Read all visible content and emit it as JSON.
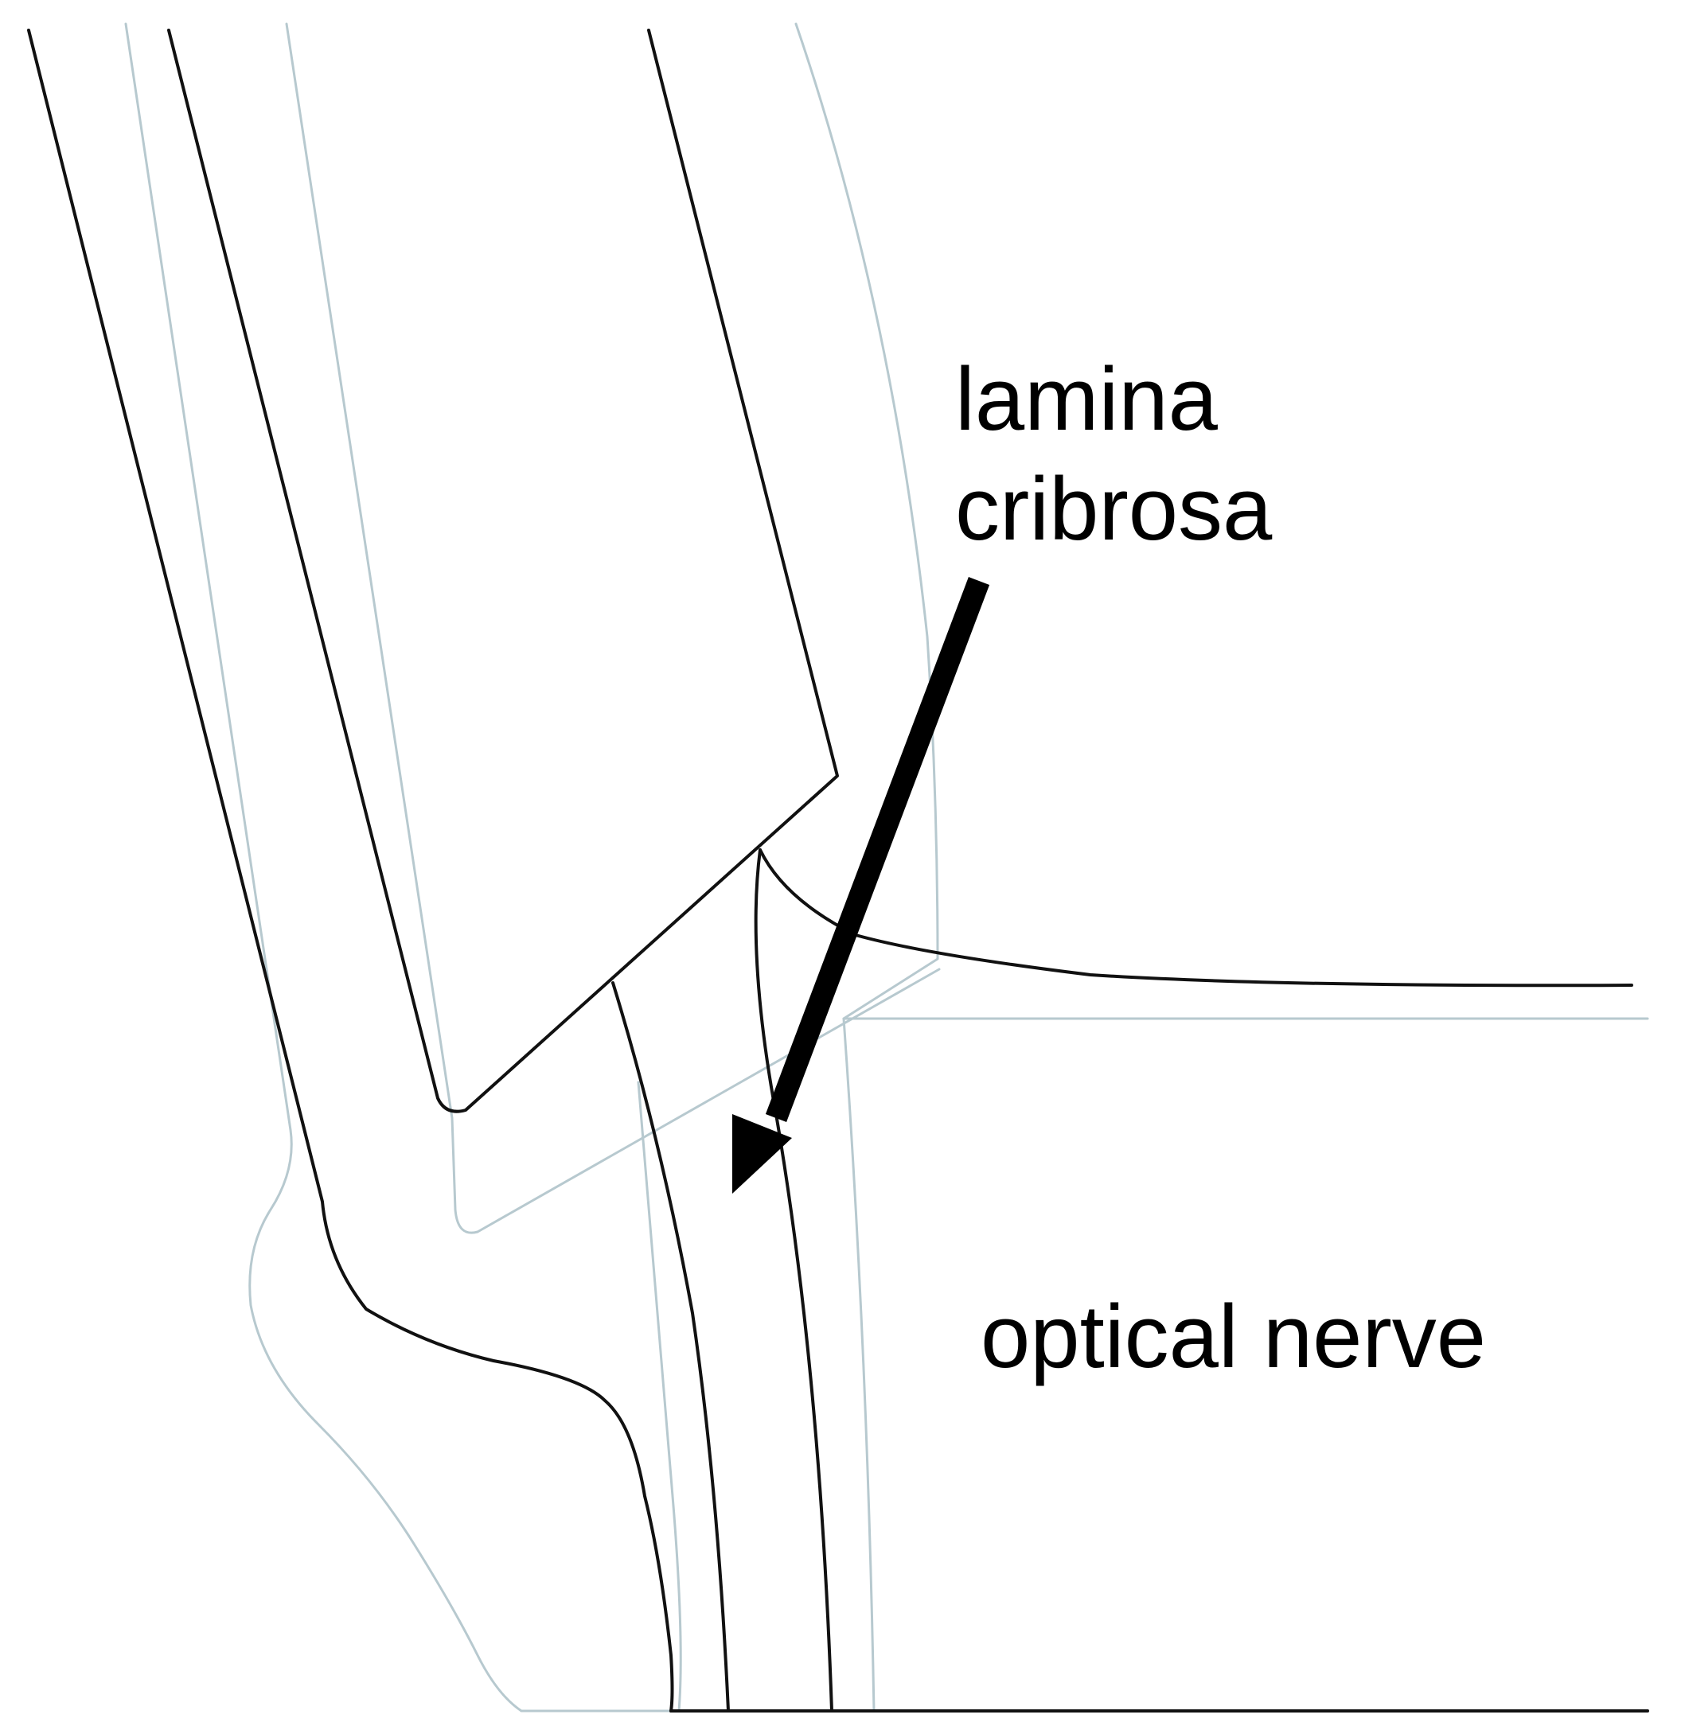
{
  "labels": {
    "lamina_line1": "lamina",
    "lamina_line2": "cribrosa",
    "optical_nerve": "optical nerve"
  },
  "colors": {
    "outline_dark": "#111111",
    "outline_light": "#b7c9cf",
    "arrow": "#000000",
    "background": "#ffffff"
  }
}
